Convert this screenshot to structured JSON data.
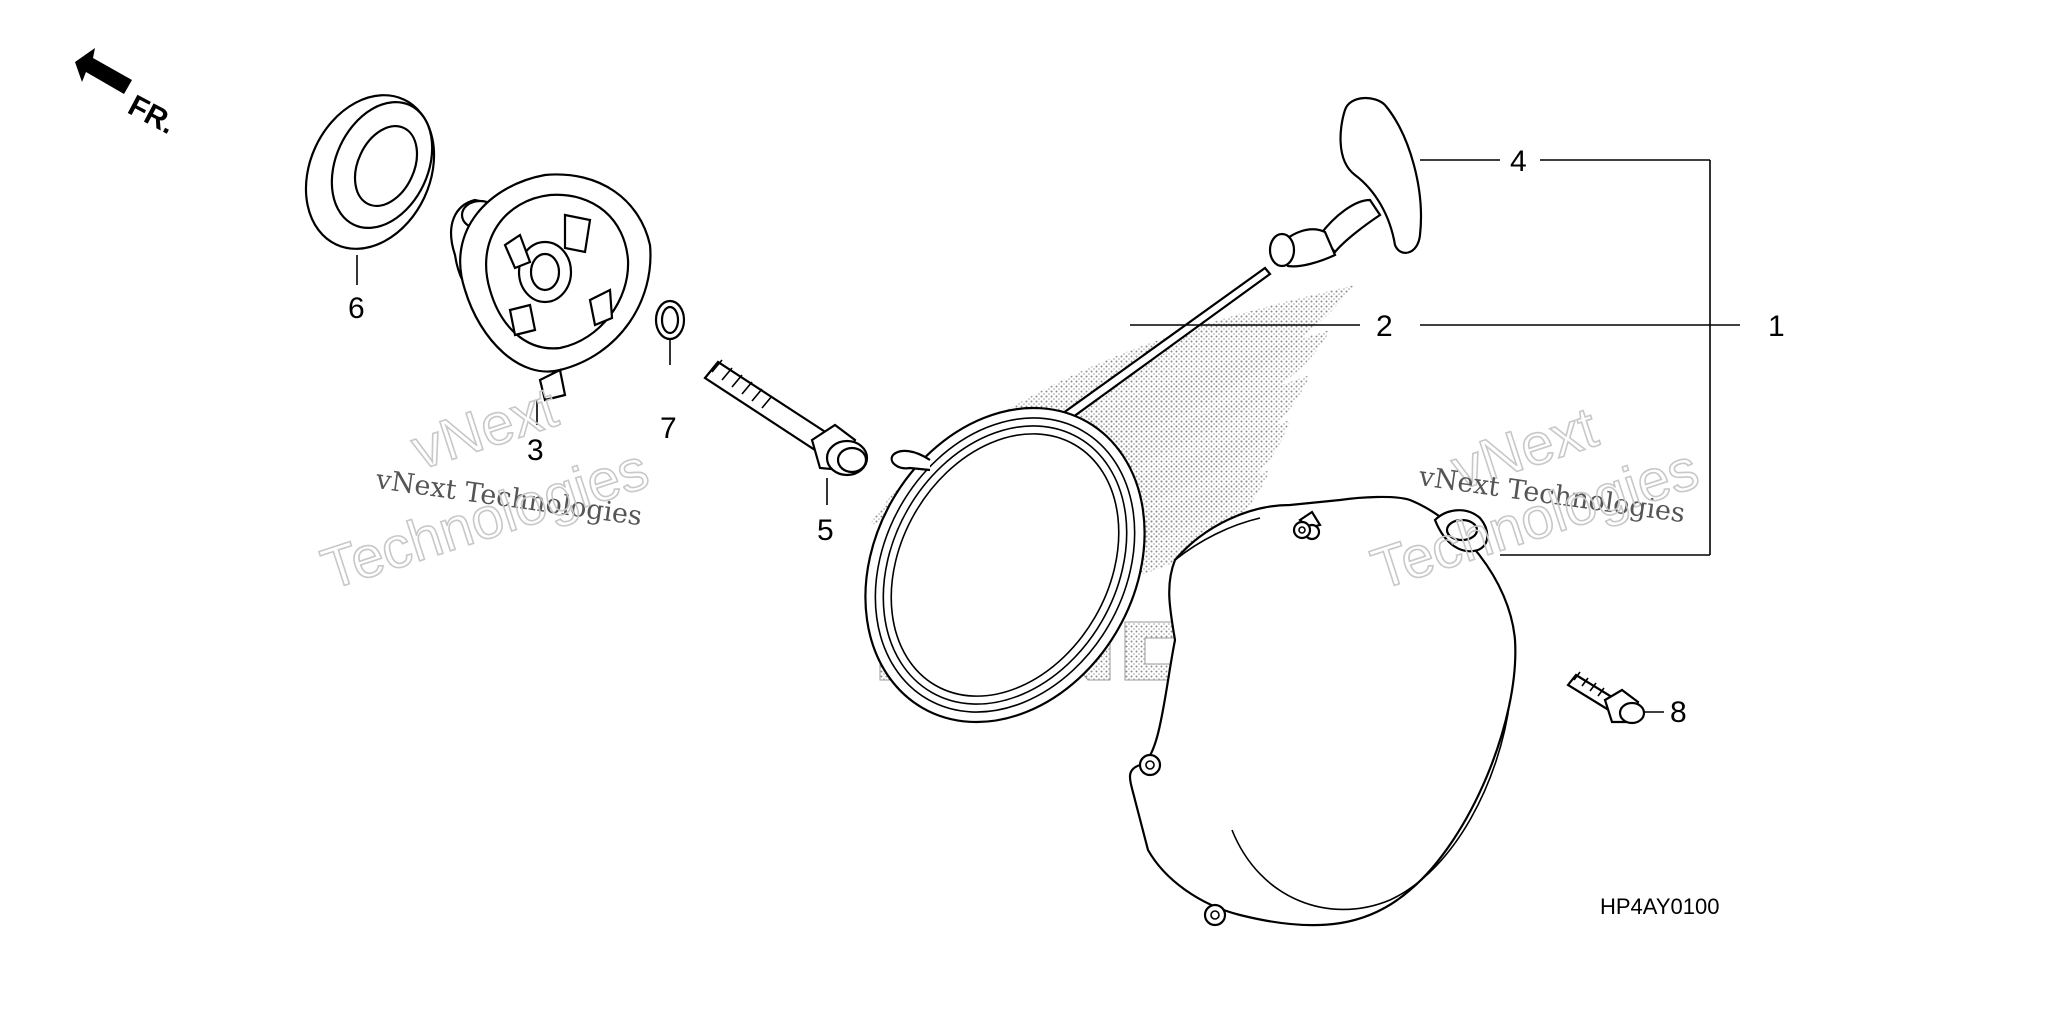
{
  "direction_marker": {
    "label": "FR."
  },
  "callouts": {
    "c1": "1",
    "c2": "2",
    "c3": "3",
    "c4": "4",
    "c5": "5",
    "c6": "6",
    "c7": "7",
    "c8": "8"
  },
  "diagram_code": "HP4AY0100",
  "watermarks": {
    "left_brand": "vNext",
    "left_line": "vNext Technologies",
    "left_big": "Technologies",
    "right_brand": "vNext",
    "right_line": "vNext Technologies",
    "right_big": "Technologies"
  },
  "background_logo": "HONDA",
  "parts": [
    "oil-seal",
    "starter-pulley",
    "washer",
    "flange-bolt",
    "starter-grip",
    "starter-rope",
    "recoil-starter-assembly",
    "starter-bolt"
  ],
  "colors": {
    "line": "#000000",
    "logo_stipple": "#9a9a9a",
    "watermark": "#c8c8c8"
  }
}
